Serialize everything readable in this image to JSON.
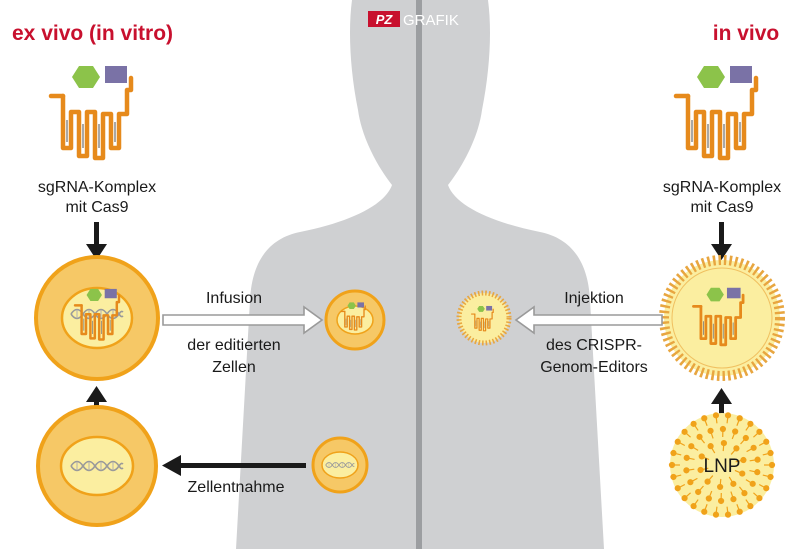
{
  "logo": {
    "mark": "PZ",
    "text": "GRAFIK"
  },
  "left": {
    "heading": "ex vivo (in vitro)",
    "complex_line1": "sgRNA-Komplex",
    "complex_line2": "mit Cas9",
    "infusion_line1": "Infusion",
    "infusion_line2": "der editierten",
    "infusion_line3": "Zellen",
    "removal": "Zellentnahme"
  },
  "right": {
    "heading": "in vivo",
    "complex_line1": "sgRNA-Komplex",
    "complex_line2": "mit Cas9",
    "injection_line1": "Injektion",
    "injection_line2": "des CRISPR-",
    "injection_line3": "Genom-Editors",
    "lnp": "LNP"
  },
  "colors": {
    "heading_red": "#c8102e",
    "body_gray": "#cfd0d2",
    "divider": "#9c9ea1",
    "cell_orange": "#f0a21a",
    "cell_fill": "#f6c866",
    "nucleus": "#fbeea0",
    "rna_orange": "#e68a1c",
    "cas9_green": "#8cc34a",
    "cas9_purple": "#7a72a6",
    "text": "#1a1a1a"
  },
  "icons": [
    "sgrna-cas9-icon",
    "cell-icon",
    "dna-icon",
    "lipid-nanoparticle-icon",
    "arrow-icon"
  ]
}
